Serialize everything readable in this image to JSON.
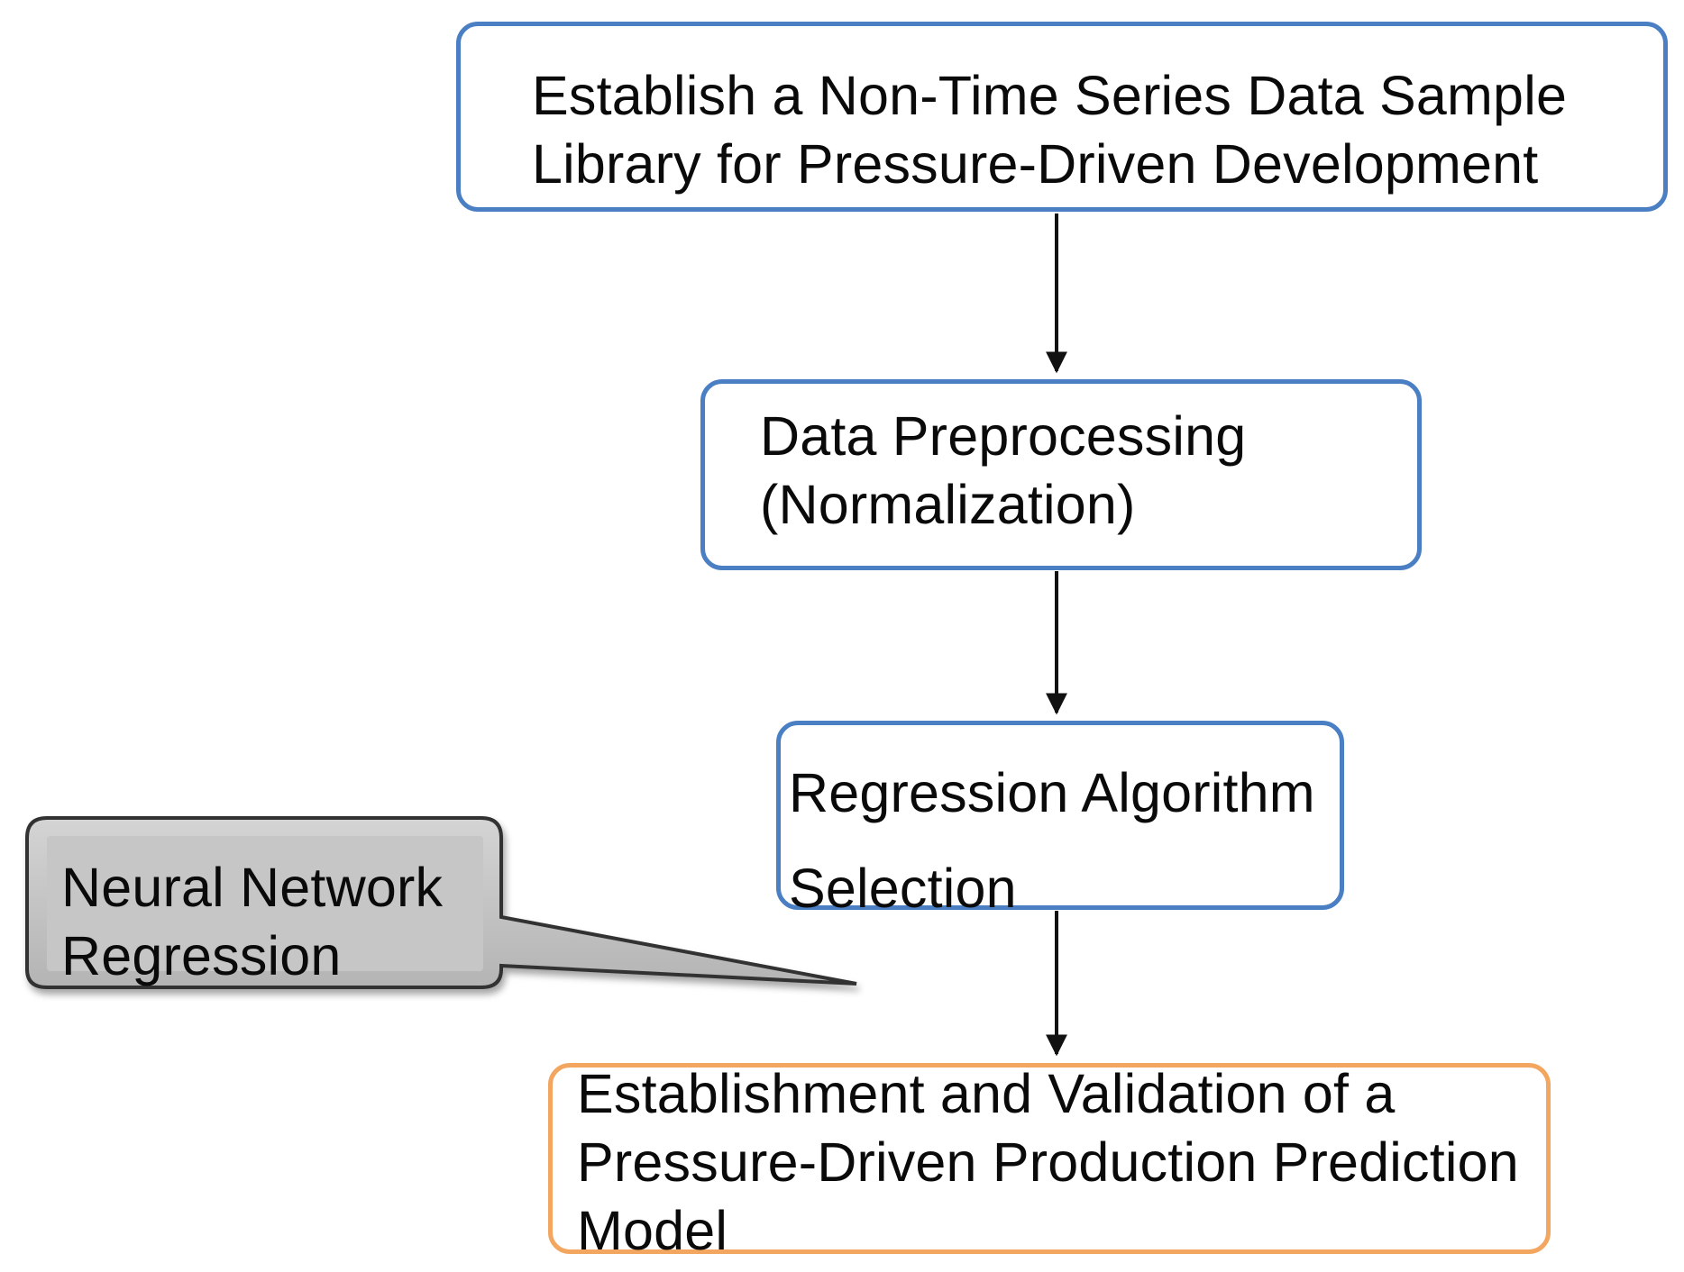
{
  "flow": {
    "step1": "Establish a Non-Time Series Data Sample\nLibrary for Pressure-Driven Development",
    "step2": "Data Preprocessing\n(Normalization)",
    "step3": "Regression Algorithm\nSelection",
    "step4": "Establishment and Validation of a\nPressure-Driven Production Prediction\nModel"
  },
  "callout": {
    "text": "Neural Network\nRegression"
  },
  "colors": {
    "box_border": "#4a7fc4",
    "final_box_border": "#f3a660",
    "callout_fill": "#c6c6c6",
    "arrow": "#111111"
  }
}
